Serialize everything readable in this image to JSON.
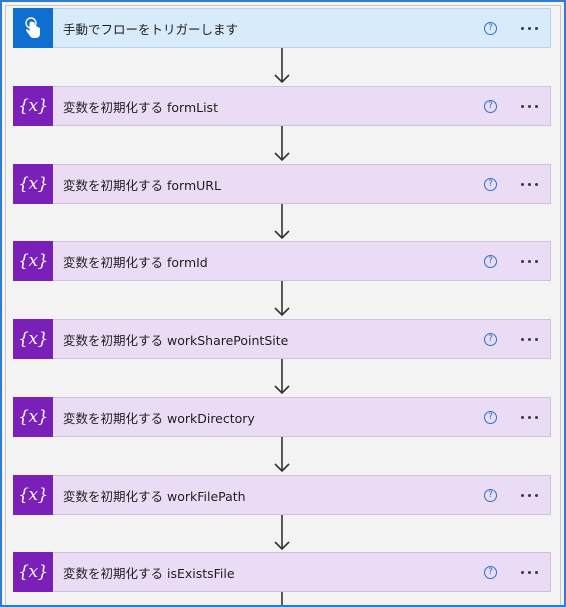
{
  "flow": {
    "steps": [
      {
        "type": "trigger",
        "label": "手動でフローをトリガーします",
        "icon": "touch-hand-icon"
      },
      {
        "type": "variable",
        "label": "変数を初期化する formList",
        "icon": "variable-braces-icon"
      },
      {
        "type": "variable",
        "label": "変数を初期化する formURL",
        "icon": "variable-braces-icon"
      },
      {
        "type": "variable",
        "label": "変数を初期化する formId",
        "icon": "variable-braces-icon"
      },
      {
        "type": "variable",
        "label": "変数を初期化する workSharePointSite",
        "icon": "variable-braces-icon"
      },
      {
        "type": "variable",
        "label": "変数を初期化する workDirectory",
        "icon": "variable-braces-icon"
      },
      {
        "type": "variable",
        "label": "変数を初期化する workFilePath",
        "icon": "variable-braces-icon"
      },
      {
        "type": "variable",
        "label": "変数を初期化する isExistsFile",
        "icon": "variable-braces-icon"
      }
    ],
    "variable_icon_text": "{x}",
    "help_glyph": "?",
    "colors": {
      "trigger_icon_bg": "#0f6fd1",
      "trigger_card_bg": "#d7ebfb",
      "variable_icon_bg": "#7a1fb8",
      "variable_card_bg": "#ebdcf5",
      "frame_border": "#2d7bd4"
    }
  }
}
